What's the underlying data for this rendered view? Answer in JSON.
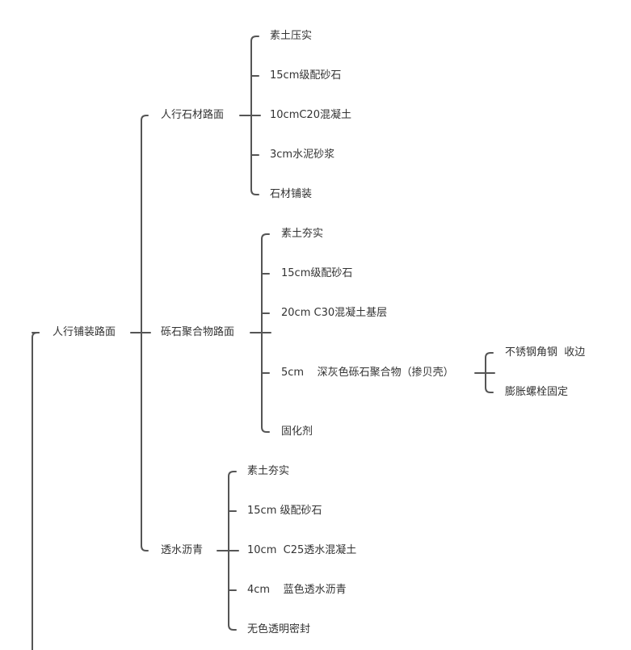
{
  "theme": {
    "line_color": "#555555",
    "text_color": "#333333"
  },
  "root": {
    "label": "人行铺装路面",
    "branches": [
      {
        "label": "人行石材路面",
        "items": [
          "素土压实",
          "15cm级配砂石",
          "10cmC20混凝土",
          "3cm水泥砂浆",
          "石材铺装"
        ]
      },
      {
        "label": "砾石聚合物路面",
        "items": [
          "素土夯实",
          "15cm级配砂石",
          "20cm C30混凝土基层",
          "5cm    深灰色砾石聚合物（掺贝壳）",
          "固化剂"
        ],
        "sub_items": [
          "不锈钢角钢  收边",
          "膨胀螺栓固定"
        ]
      },
      {
        "label": "透水沥青",
        "items": [
          "素土夯实",
          "15cm 级配砂石",
          "10cm  C25透水混凝土",
          "4cm    蓝色透水沥青",
          "无色透明密封"
        ]
      }
    ]
  }
}
